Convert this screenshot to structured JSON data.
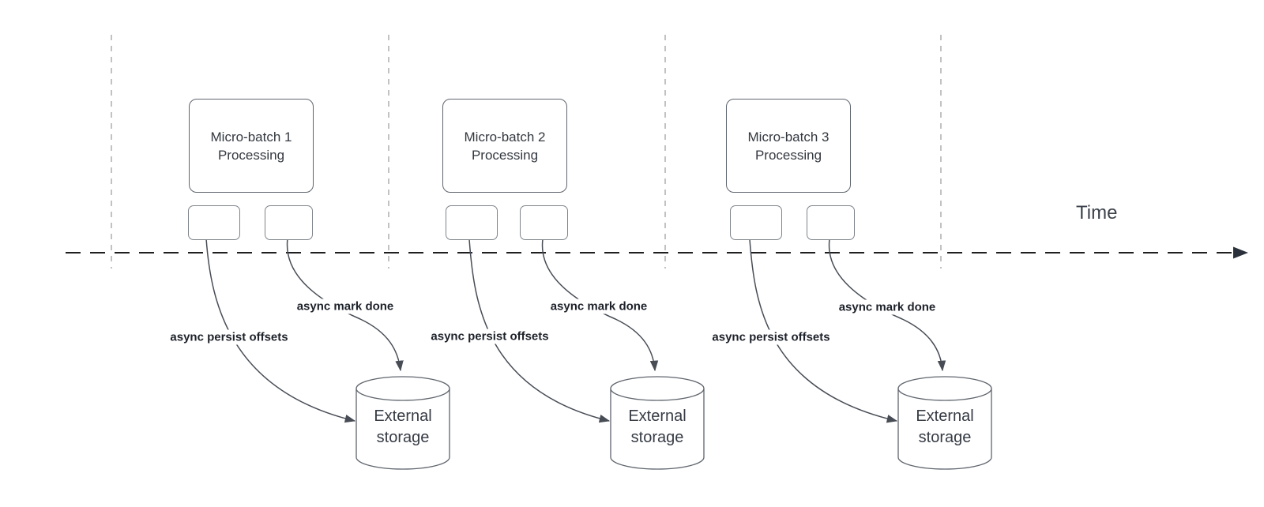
{
  "diagram": {
    "time_axis_label": "Time",
    "groups": [
      {
        "process_box": {
          "line1": "Micro-batch 1",
          "line2": "Processing"
        },
        "persist_arrow_label": "async persist offsets",
        "mark_done_arrow_label": "async mark done",
        "storage": {
          "line1": "External",
          "line2": "storage"
        }
      },
      {
        "process_box": {
          "line1": "Micro-batch 2",
          "line2": "Processing"
        },
        "persist_arrow_label": "async persist offsets",
        "mark_done_arrow_label": "async mark done",
        "storage": {
          "line1": "External",
          "line2": "storage"
        }
      },
      {
        "process_box": {
          "line1": "Micro-batch 3",
          "line2": "Processing"
        },
        "persist_arrow_label": "async persist offsets",
        "mark_done_arrow_label": "async mark done",
        "storage": {
          "line1": "External",
          "line2": "storage"
        }
      }
    ],
    "colors": {
      "curve": "#474c55",
      "timeline": "#1f1f1f",
      "timeline_arrowhead": "#2b313b",
      "guide_line": "#a9a9a9",
      "shape_border": "#5f656d",
      "box_text": "#33383f",
      "label_text": "#1d2129"
    }
  }
}
